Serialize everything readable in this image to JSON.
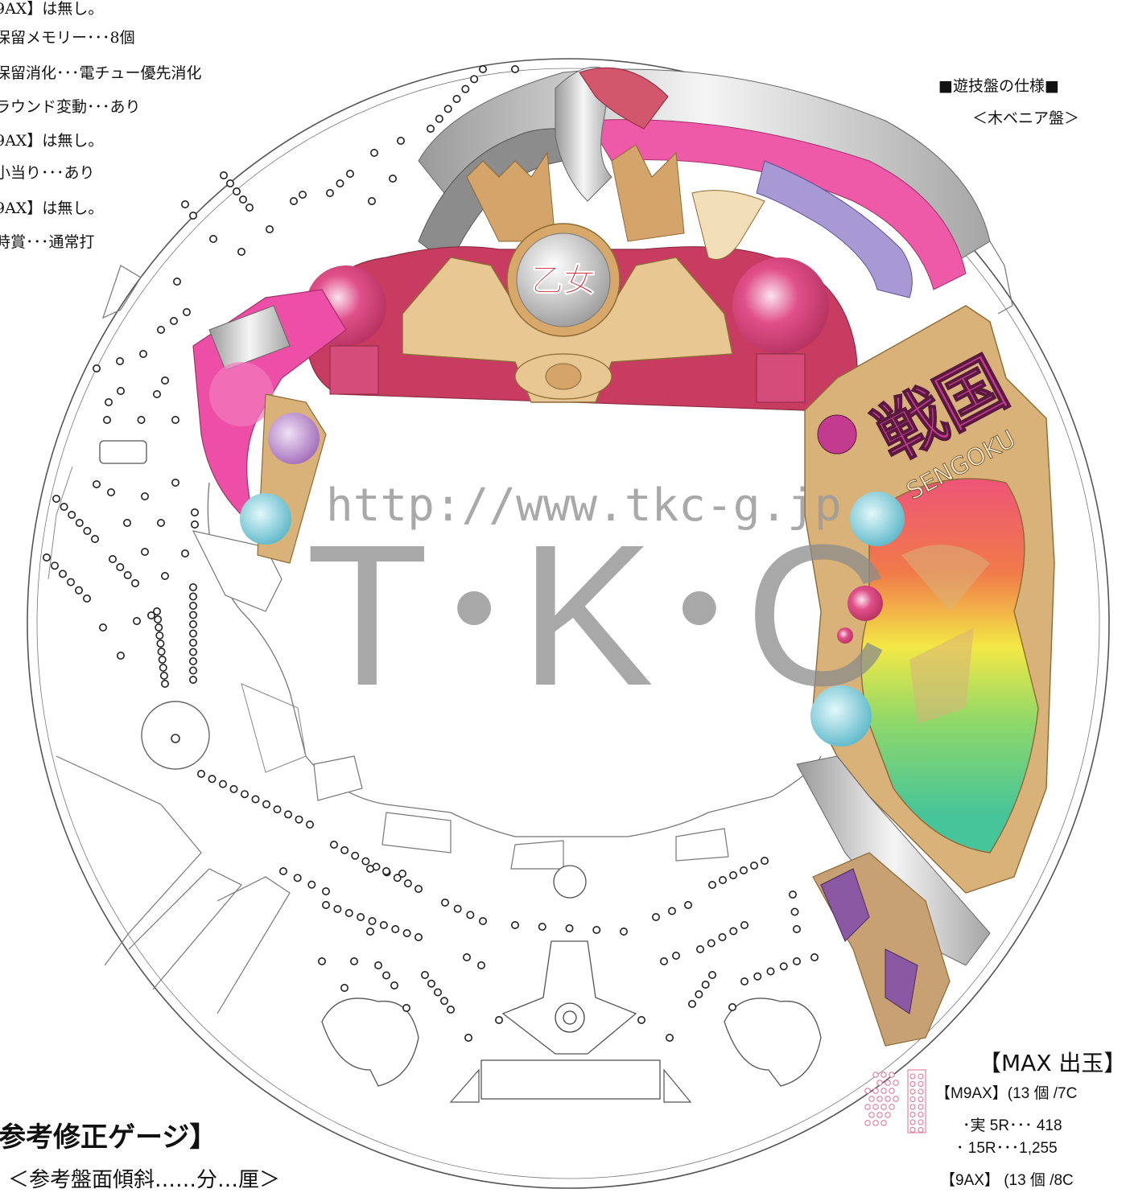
{
  "specs": [
    "9AX】は無し。",
    "保留メモリー･･･8個",
    "保留消化･･･電チュー優先消化",
    "ラウンド変動･･･あり",
    "9AX】は無し。",
    "小当り･･･あり",
    "9AX】は無し。",
    "時賞･･･通常打"
  ],
  "board_spec": {
    "title": "■遊技盤の仕様■",
    "type": "＜木ベニア盤＞"
  },
  "watermark": {
    "url": "http://www.tkc-g.jp",
    "brand": "T･K･C"
  },
  "logo": {
    "kanji": "戦国",
    "romaji": "SENGOKU",
    "emblem": "乙女"
  },
  "max_output": {
    "title": "【MAX 出玉】",
    "m9ax": "【M9AX】(13 個 /7C",
    "r5": "･実 5R･･･ 418",
    "r15": "･ 15R･･･1,255",
    "nine_ax": "【9AX】 (13 個 /8C"
  },
  "gauge": {
    "title": "参考修正ゲージ】",
    "subtitle": "＜参考盤面傾斜……分…厘＞"
  },
  "colors": {
    "pink": "#ec4fa5",
    "crimson": "#c83c62",
    "gold": "#d9b27a",
    "silver": "#b8b8b8",
    "lavender": "#a79ad4"
  }
}
